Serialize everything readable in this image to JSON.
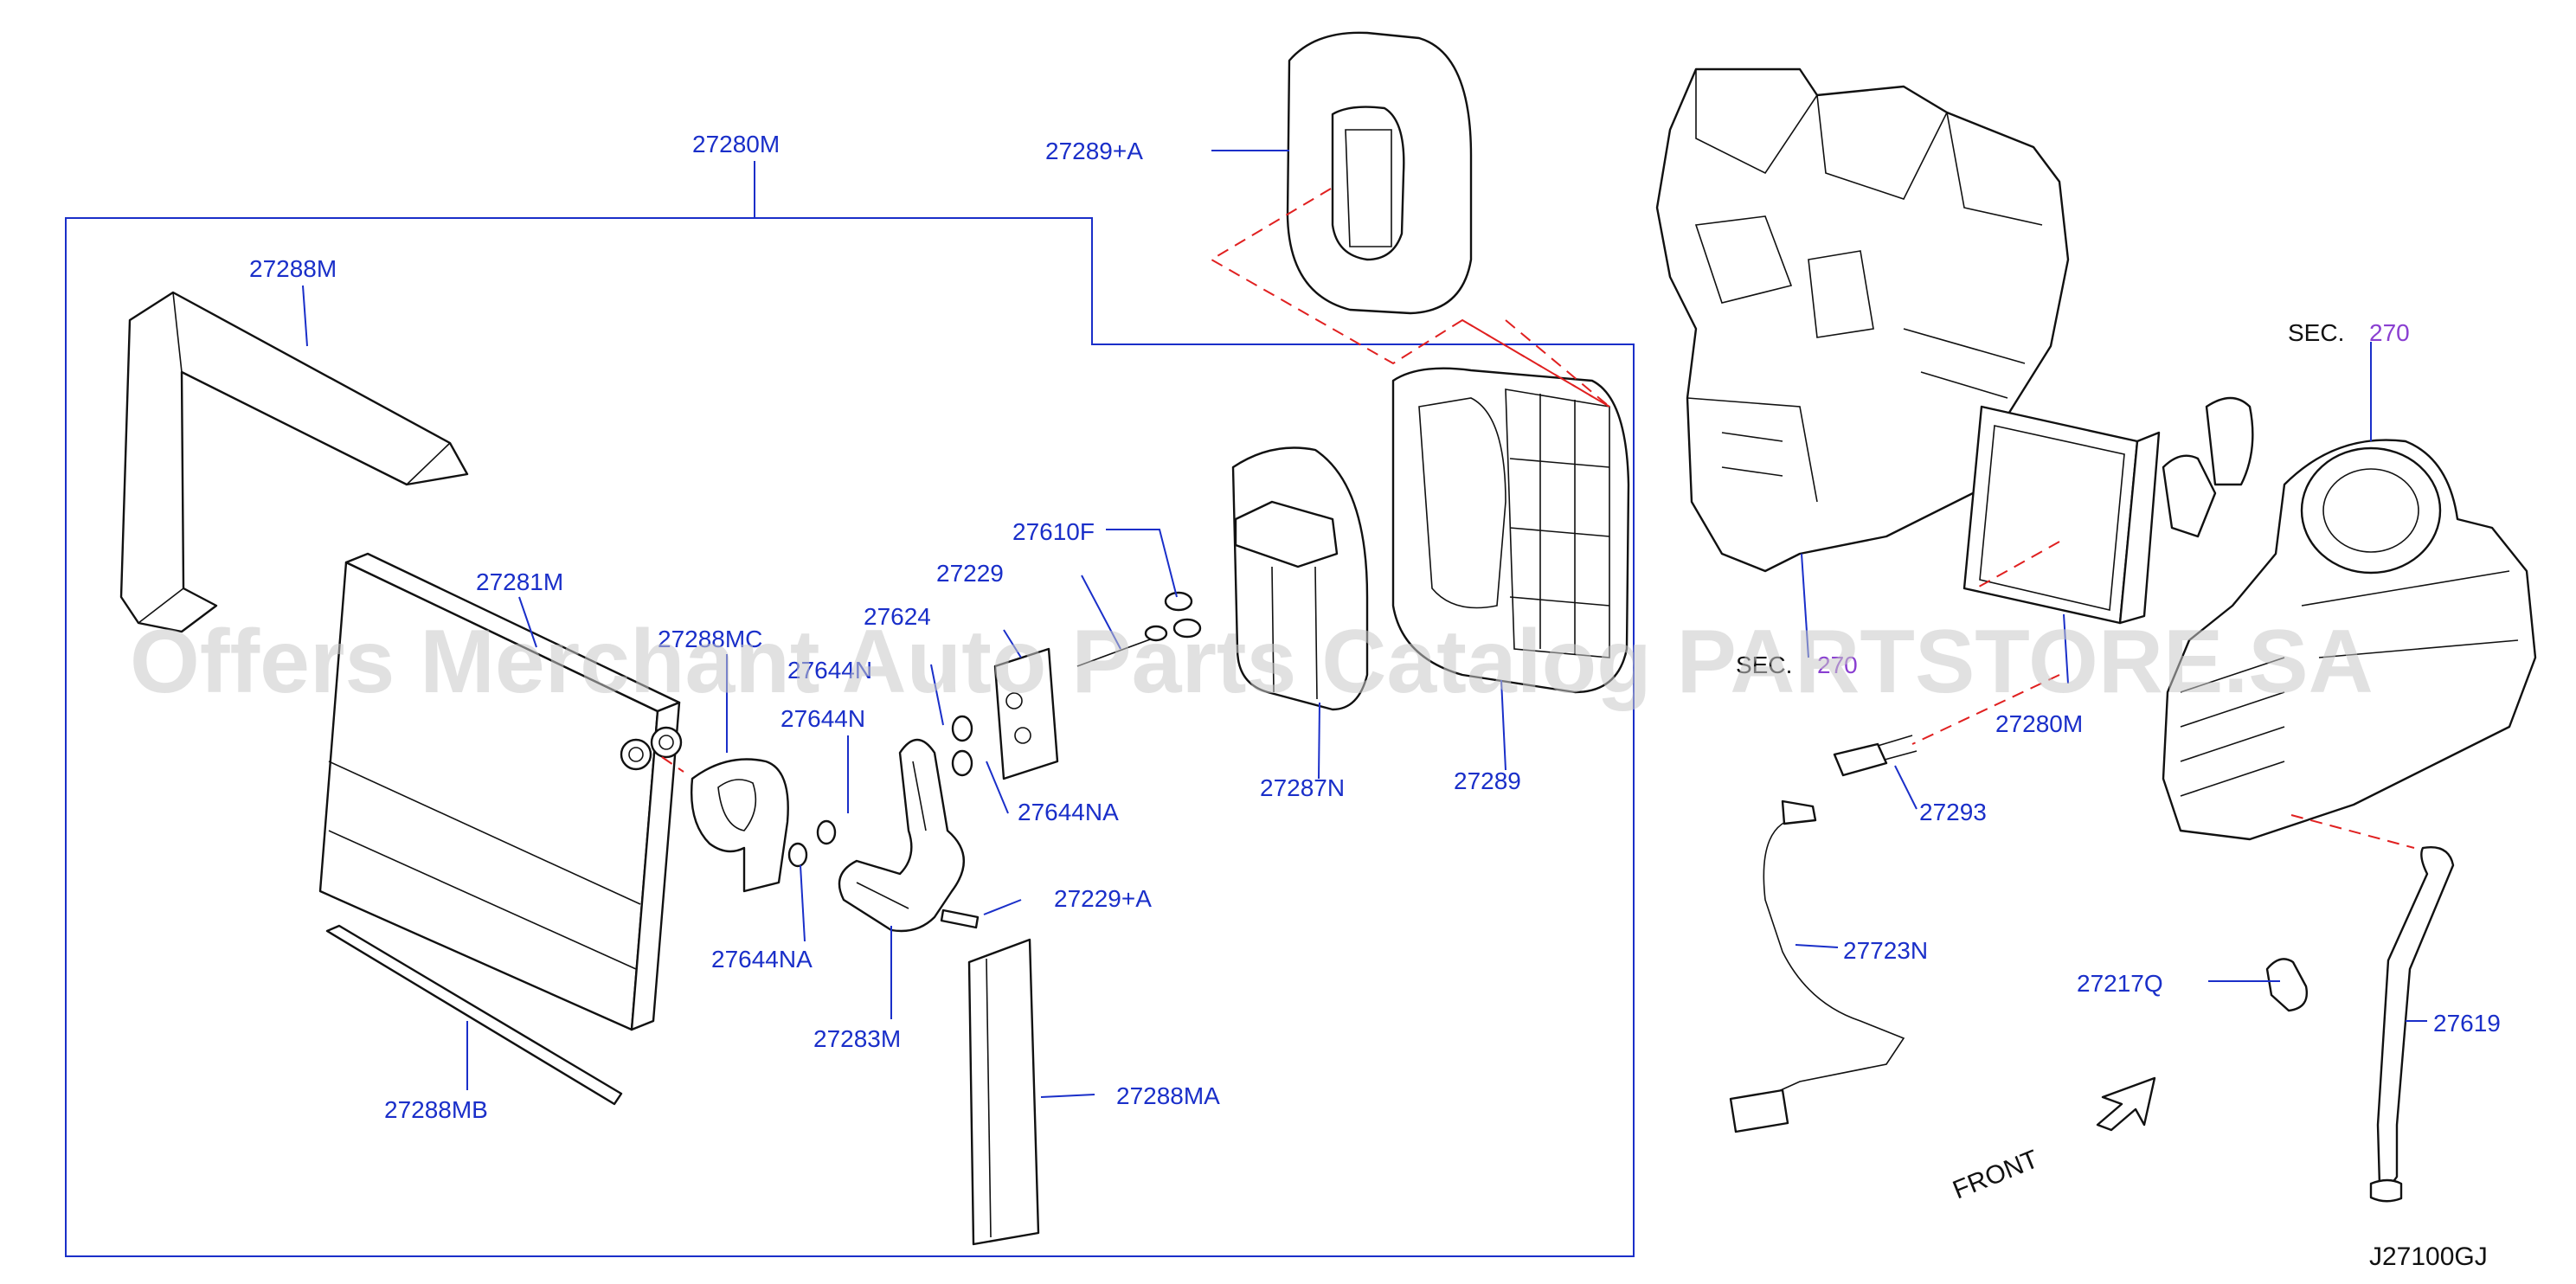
{
  "diagram": {
    "drawing_id": "J27100GJ",
    "front_label": "FRONT",
    "watermark": "Offers Merchant Auto Parts Catalog PARTSTORE.SA",
    "sec_ref_1": {
      "prefix": "SEC.",
      "number": "270"
    },
    "sec_ref_2": {
      "prefix": "SEC.",
      "number": "270"
    },
    "labels": {
      "p27280M_top": "27280M",
      "p27288M": "27288M",
      "p27281M": "27281M",
      "p27288MC": "27288MC",
      "p27644N_a": "27644N",
      "p27644N_b": "27644N",
      "p27624": "27624",
      "p27229": "27229",
      "p27610F": "27610F",
      "p27289A": "27289+A",
      "p27287N": "27287N",
      "p27289": "27289",
      "p27644NA_a": "27644NA",
      "p27644NA_b": "27644NA",
      "p27229A": "27229+A",
      "p27283M": "27283M",
      "p27288MB": "27288MB",
      "p27288MA": "27288MA",
      "p27280M_right": "27280M",
      "p27293": "27293",
      "p27723N": "27723N",
      "p27217Q": "27217Q",
      "p27619": "27619"
    }
  }
}
